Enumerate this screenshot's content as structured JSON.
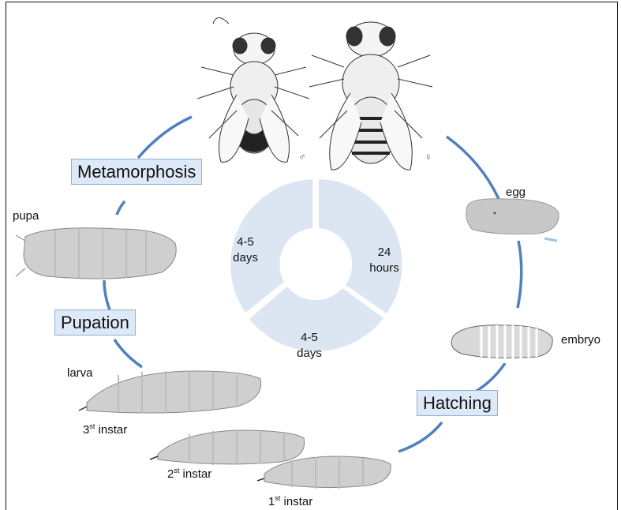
{
  "stages": {
    "pupa": "pupa",
    "egg": "egg",
    "embryo": "embryo",
    "larva": "larva",
    "instar3": {
      "num": "3",
      "sup": "st",
      "text": " instar"
    },
    "instar2": {
      "num": "2",
      "sup": "st",
      "text": " instar"
    },
    "instar1": {
      "num": "1",
      "sup": "st",
      "text": " instar"
    }
  },
  "processes": {
    "metamorphosis": "Metamorphosis",
    "pupation": "Pupation",
    "hatching": "Hatching"
  },
  "durations": {
    "egg_to_larva": {
      "line1": "24",
      "line2": "hours"
    },
    "larva": {
      "line1": "4-5",
      "line2": "days"
    },
    "pupa": {
      "line1": "4-5",
      "line2": "days"
    }
  },
  "symbols": {
    "male": "♂",
    "female": "♀"
  },
  "colors": {
    "cycle_arrow": "#4f81bd",
    "donut": "#dce6f2",
    "label_box": "#dde9f7"
  }
}
